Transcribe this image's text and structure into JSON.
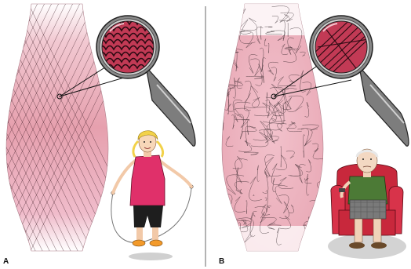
{
  "panels": [
    {
      "id": "A",
      "label": "A"
    },
    {
      "id": "B",
      "label": "B"
    }
  ],
  "colors": {
    "muscle_pink": "#e6a0ae",
    "muscle_pink_light": "#f7dde3",
    "fiber_line": "#3a1a22",
    "lens_fill": "#c23a55",
    "magnifier_handle": "#6e6e6e",
    "divider": "#9a9a9a",
    "girl_dress": "#e0306a",
    "chair_red": "#c8283c",
    "man_shirt": "#4c7a36"
  },
  "icons": {
    "magnifier_a": "magnifying-glass-icon",
    "magnifier_b": "magnifying-glass-icon",
    "girl": "girl-jumping-rope-illustration",
    "man": "elderly-man-in-armchair-illustration"
  }
}
